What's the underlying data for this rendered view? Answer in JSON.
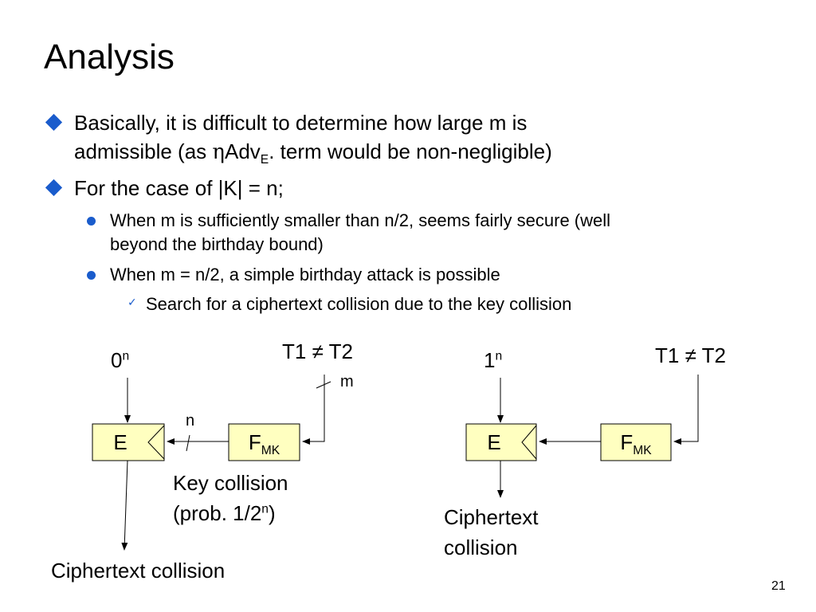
{
  "slide": {
    "title": "Analysis",
    "page_number": "21",
    "bullets": [
      {
        "line1": "Basically, it is difficult to determine how large m is",
        "line2_pre": "admissible (as ",
        "eta": "η",
        "adv": "Adv",
        "adv_sub": "E",
        "line2_post": ". term would be non-negligible)"
      },
      {
        "text": "For the case of |K| = n;",
        "sub_bullets": [
          {
            "line1": "When m is sufficiently smaller than n/2, seems fairly secure (well",
            "line2": "beyond the birthday bound)"
          },
          {
            "line1": "When m = n/2, a simple birthday attack is possible"
          }
        ],
        "check_item": "Search for a ciphertext collision due to the key collision"
      }
    ]
  },
  "colors": {
    "bullet": "#1a5ccc",
    "box_fill": "#ffffc0"
  },
  "diagram_left": {
    "input": "0",
    "input_sup": "n",
    "tag": "T1 ≠ T2",
    "m_label": "m",
    "n_label": "n",
    "box_e": "E",
    "box_f": "F",
    "box_f_sub": "MK",
    "key_collision_line1": "Key collision",
    "key_collision_line2_pre": "(prob. 1/2",
    "key_collision_line2_sup": "n",
    "key_collision_line2_post": ")",
    "output": "Ciphertext collision"
  },
  "diagram_right": {
    "input": "1",
    "input_sup": "n",
    "tag": "T1 ≠ T2",
    "box_e": "E",
    "box_f": "F",
    "box_f_sub": "MK",
    "output_line1": "Ciphertext",
    "output_line2": "collision"
  }
}
